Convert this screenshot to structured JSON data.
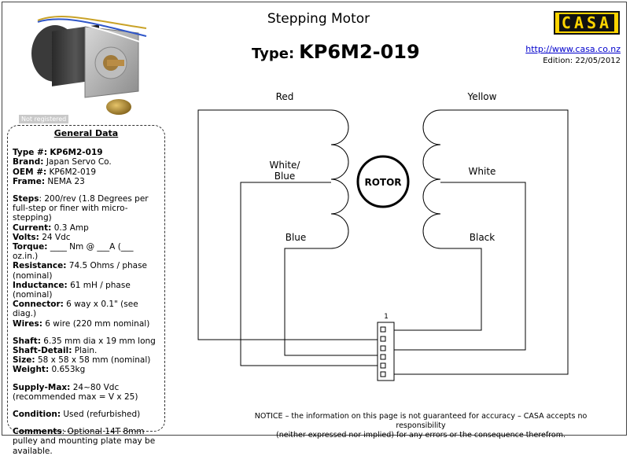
{
  "header": {
    "title": "Stepping Motor",
    "type_label": "Type:",
    "type_value": "KP6M2-019",
    "logo_text": "CASA",
    "url": "http://www.casa.co.nz",
    "edition": "Edition: 22/05/2012"
  },
  "photo": {
    "label": "Not registered"
  },
  "general": {
    "heading": "General Data",
    "type_label": "Type #:",
    "type_value": "KP6M2-019",
    "brand_label": "Brand:",
    "brand_value": "Japan Servo Co.",
    "oem_label": "OEM #:",
    "oem_value": "KP6M2-019",
    "frame_label": "Frame:",
    "frame_value": "NEMA 23",
    "steps_label": "Steps",
    "steps_value": ": 200/rev (1.8 Degrees per full-step or finer with micro-stepping)",
    "current_label": "Current:",
    "current_value": "0.3 Amp",
    "volts_label": "Volts:",
    "volts_value": "24 Vdc",
    "torque_label": "Torque:",
    "torque_value": "____ Nm @ ___A (___ oz.in.)",
    "resistance_label": "Resistance:",
    "resistance_value": "74.5 Ohms / phase (nominal)",
    "inductance_label": "Inductance:",
    "inductance_value": "61 mH / phase (nominal)",
    "connector_label": "Connector:",
    "connector_value": "6 way x 0.1\" (see diag.)",
    "wires_label": "Wires:",
    "wires_value": "6 wire (220 mm nominal)",
    "shaft_label": "Shaft:",
    "shaft_value": "6.35 mm dia x 19 mm long",
    "shaftdetail_label": "Shaft-Detail:",
    "shaftdetail_value": "Plain.",
    "size_label": "Size:",
    "size_value": "58 x 58 x 58 mm (nominal)",
    "weight_label": "Weight:",
    "weight_value": "0.653kg",
    "supply_label": "Supply-Max:",
    "supply_value": "24~80 Vdc (recommended max = V x 25)",
    "condition_label": "Condition:",
    "condition_value": "Used (refurbished)",
    "comments_label": "Comments",
    "comments_value": ": Optional 14T 8mm pulley and mounting plate may be available."
  },
  "diagram": {
    "rotor_label": "ROTOR",
    "left_top": "Red",
    "left_mid_1": "White/",
    "left_mid_2": "Blue",
    "left_bottom": "Blue",
    "right_top": "Yellow",
    "right_mid": "White",
    "right_bottom": "Black",
    "pin_label": "1"
  },
  "notice": {
    "line1": "NOTICE – the information on this page is not guaranteed for accuracy – CASA accepts no responsibility",
    "line2": "(neither expressed nor implied) for any errors or the consequence therefrom."
  }
}
